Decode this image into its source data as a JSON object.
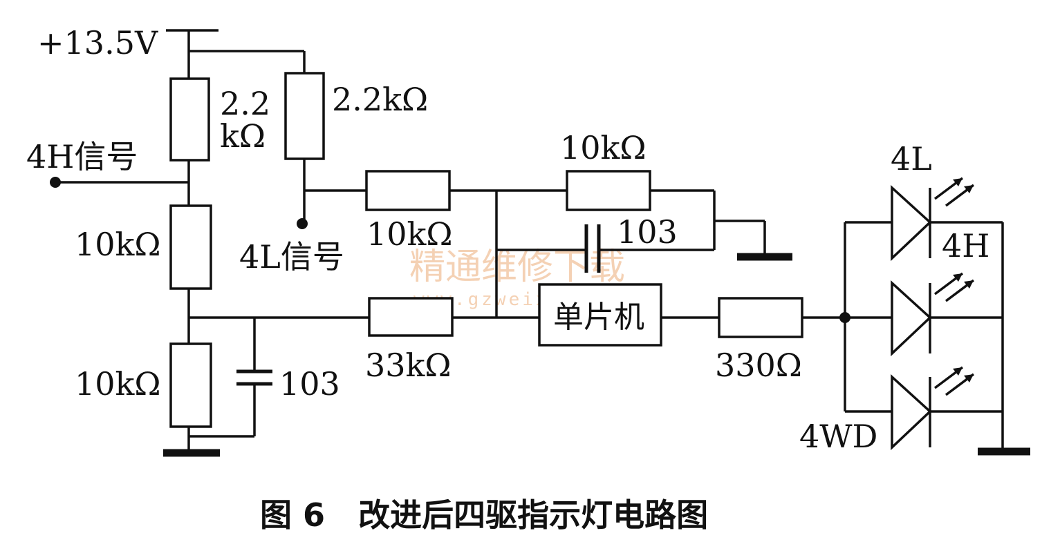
{
  "labels": {
    "supply": "+13.5V",
    "r1_line1": "2.2",
    "r1_line2": "kΩ",
    "r2": "2.2kΩ",
    "sig_4h": "4H信号",
    "sig_4l": "4L信号",
    "r3": "10kΩ",
    "r4": "10kΩ",
    "r5": "10kΩ",
    "r6": "10kΩ",
    "r7": "33kΩ",
    "r8": "330Ω",
    "c1": "103",
    "c2": "103",
    "mcu": "单片机",
    "led_4l": "4L",
    "led_4h": "4H",
    "led_4wd": "4WD"
  },
  "watermark": {
    "text": "精通维修下载",
    "url": "www.gzweix.com"
  },
  "caption": "图 6   改进后四驱指示灯电路图"
}
